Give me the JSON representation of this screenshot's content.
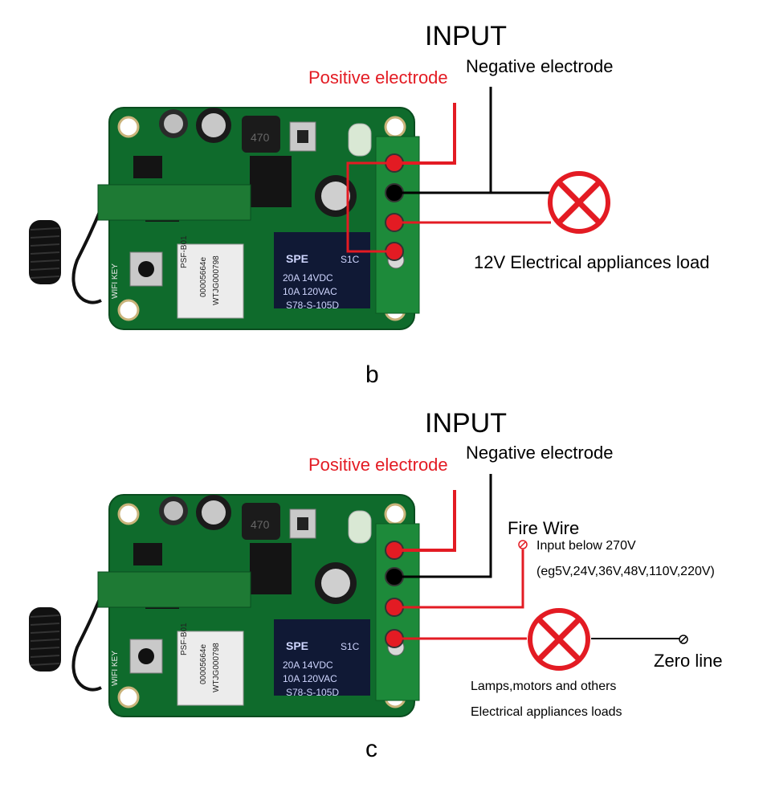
{
  "panel_b": {
    "title": "INPUT",
    "positive": "Positive electrode",
    "negative": "Negative electrode",
    "load": "12V Electrical appliances load",
    "letter": "b"
  },
  "panel_c": {
    "title": "INPUT",
    "positive": "Positive electrode",
    "negative": "Negative electrode",
    "fire_wire": "Fire Wire",
    "input_note": "Input below 270V",
    "voltages": "(eg5V,24V,36V,48V,110V,220V)",
    "zero_line": "Zero line",
    "load_line1": "Lamps,motors and others",
    "load_line2": "Electrical appliances loads",
    "letter": "c"
  },
  "board": {
    "wifi_key": "WIFI KEY",
    "module": "PSF-B01",
    "module_code": "00005664e",
    "module_code2": "WTJG000798",
    "relay_brand": "SPE",
    "relay_model_suffix": "S1C",
    "relay_rating1": "20A   14VDC",
    "relay_rating2": "10A   120VAC",
    "relay_part": "S78-S-105D",
    "inductor": "470"
  },
  "colors": {
    "board_green": "#0f6b2c",
    "terminal_green": "#1d8a3a",
    "wire_red": "#e31b23",
    "wire_black": "#000000"
  }
}
